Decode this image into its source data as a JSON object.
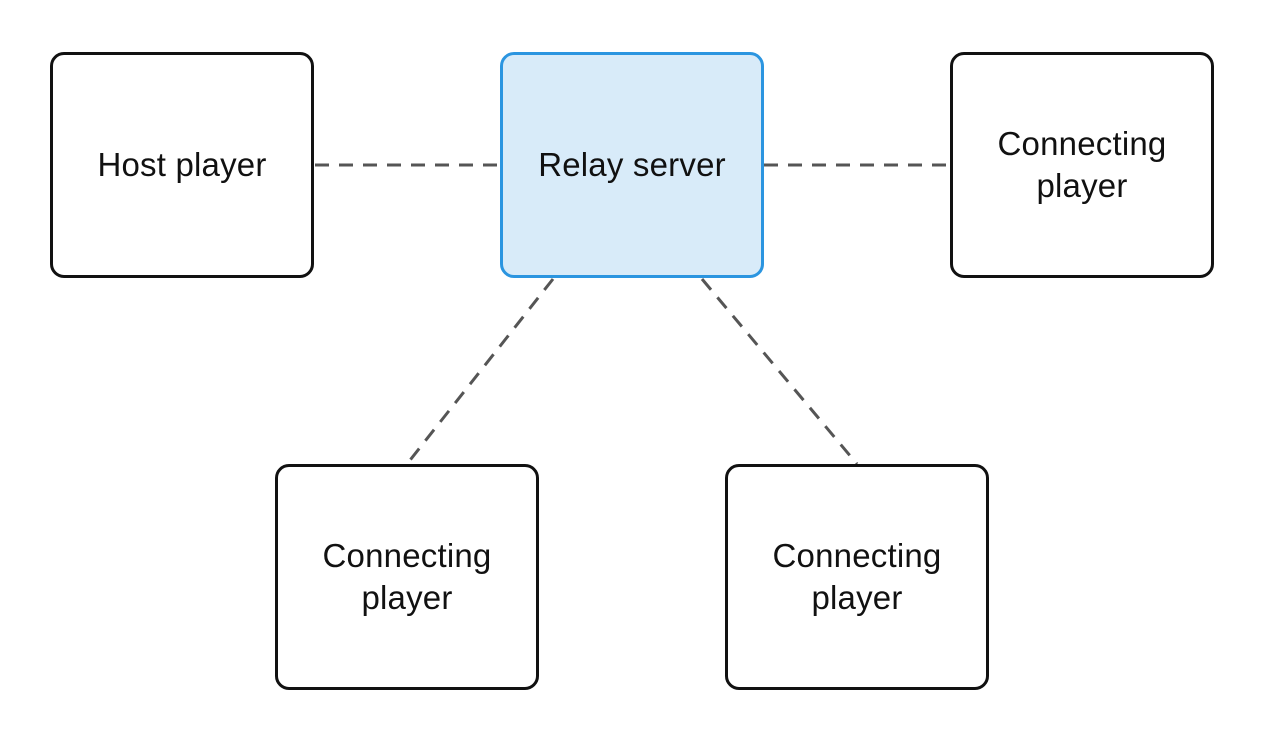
{
  "diagram": {
    "nodes": [
      {
        "id": "host",
        "label": "Host player"
      },
      {
        "id": "relay",
        "label": "Relay server",
        "highlighted": true
      },
      {
        "id": "right",
        "label": "Connecting\nplayer"
      },
      {
        "id": "bottom_left",
        "label": "Connecting\nplayer"
      },
      {
        "id": "bottom_right",
        "label": "Connecting\nplayer"
      }
    ],
    "edges": [
      {
        "from": "host",
        "to": "relay",
        "style": "dashed"
      },
      {
        "from": "relay",
        "to": "right",
        "style": "dashed"
      },
      {
        "from": "relay",
        "to": "bottom_left",
        "style": "dashed"
      },
      {
        "from": "relay",
        "to": "bottom_right",
        "style": "dashed"
      }
    ],
    "colors": {
      "node_border": "#111111",
      "relay_border": "#2b95e0",
      "relay_fill": "#d8ebf9",
      "connector": "#555555"
    }
  }
}
